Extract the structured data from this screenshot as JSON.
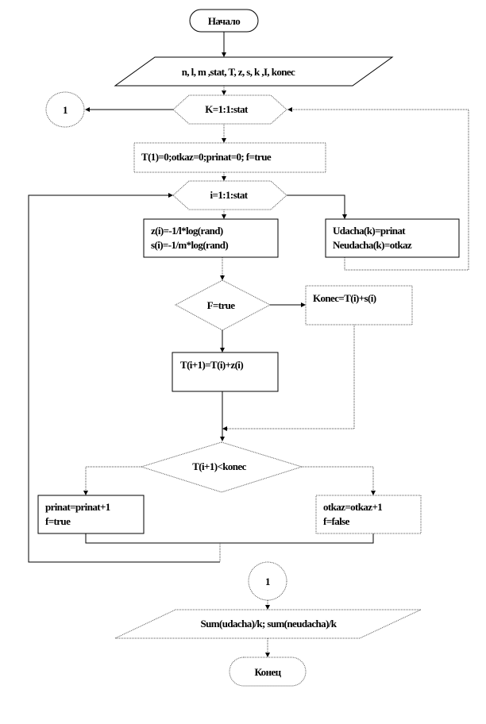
{
  "flowchart": {
    "start": "Начало",
    "input": "n, l, m ,stat, T, z, s, k ,I, konec",
    "loop_k": "K=1:1:stat",
    "connector_top": "1",
    "init": "T(1)=0;otkaz=0;prinat=0;  f=true",
    "loop_i": "i=1:1:stat",
    "gen_z": "z(i)=-1/l*log(rand)",
    "gen_s": "s(i)=-1/m*log(rand)",
    "save_udacha": "Udacha(k)=prinat",
    "save_neudacha": "Neudacha(k)=otkaz",
    "cond_f": "F=true",
    "konec_calc": "Konec=T(i)+s(i)",
    "t_next": "T(i+1)=T(i)+z(i)",
    "cond_t": "T(i+1)<konec",
    "prinat_inc": "prinat=prinat+1",
    "f_true": "f=true",
    "otkaz_inc": "otkaz=otkaz+1",
    "f_false": "f=false",
    "connector_bottom": "1",
    "output": "Sum(udacha)/k;  sum(neudacha)/k",
    "end": "Конец"
  }
}
